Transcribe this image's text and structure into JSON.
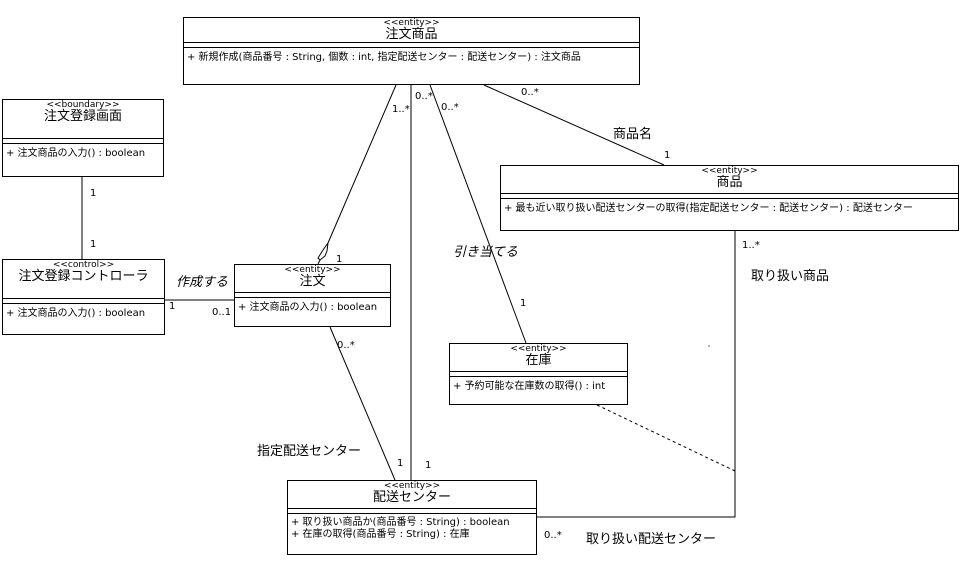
{
  "classes": {
    "chumon_shohin": {
      "stereotype": "<<entity>>",
      "name": "注文商品",
      "operations": [
        "+ 新規作成(商品番号 : String, 個数 : int, 指定配送センター : 配送センター) : 注文商品"
      ]
    },
    "gamen": {
      "stereotype": "<<boundary>>",
      "name": "注文登録画面",
      "operations": [
        "+ 注文商品の入力() : boolean"
      ]
    },
    "controller": {
      "stereotype": "<<control>>",
      "name": "注文登録コントローラ",
      "operations": [
        "+ 注文商品の入力() : boolean"
      ]
    },
    "chumon": {
      "stereotype": "<<entity>>",
      "name": "注文",
      "operations": [
        "+ 注文商品の入力() : boolean"
      ]
    },
    "shohin": {
      "stereotype": "<<entity>>",
      "name": "商品",
      "operations": [
        "+ 最も近い取り扱い配送センターの取得(指定配送センター : 配送センター) : 配送センター"
      ]
    },
    "zaiko": {
      "stereotype": "<<entity>>",
      "name": "在庫",
      "operations": [
        "+ 予約可能な在庫数の取得() : int"
      ]
    },
    "center": {
      "stereotype": "<<entity>>",
      "name": "配送センター",
      "operations": [
        "+ 取り扱い商品か(商品番号 : String) : boolean",
        "+ 在庫の取得(商品番号 : String) : 在庫"
      ]
    }
  },
  "labels": {
    "sakusei": "作成する",
    "hikiate": "引き当てる",
    "shohinmei": "商品名",
    "toriatsukai_shohin": "取り扱い商品",
    "shitei_center": "指定配送センター",
    "toriatsukai_center": "取り扱い配送センター"
  },
  "multiplicities": {
    "gamen_ctrl_top": "1",
    "gamen_ctrl_bottom": "1",
    "ctrl_chumon_ctrl": "1",
    "ctrl_chumon_chumon": "0..1",
    "agg_top": "1..*",
    "agg_bottom": "1",
    "cs_center_top": "0..*",
    "cs_center_bottom": "1",
    "cs_zaiko_top": "0..*",
    "cs_zaiko_bottom": "1",
    "cs_shohin_top": "0..*",
    "cs_shohin_bottom": "1",
    "chumon_center_top": "0..*",
    "chumon_center_bottom": "1",
    "shohin_center_top": "1..*",
    "shohin_center_bottom": "0..*"
  }
}
